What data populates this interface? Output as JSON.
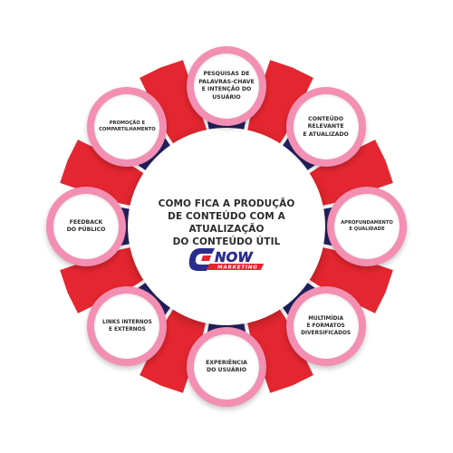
{
  "center": {
    "title": "COMO FICA A PRODUÇÃO\nDE CONTEÚDO COM A ATUALIZAÇÃO\nDO CONTEÚDO ÚTIL"
  },
  "logo": {
    "letter": "C",
    "word": "NOW",
    "tagline": "MARKETING",
    "colors": {
      "blue": "#2b2d8c",
      "red": "#e3262f"
    }
  },
  "nodes": [
    {
      "id": "pesquisas",
      "label": "PESQUISAS DE\nPALAVRAS-CHAVE\nE INTENÇÃO DO\nUSUÁRIO"
    },
    {
      "id": "conteudo",
      "label": "CONTEÚDO\nRELEVANTE\nE ATUALIZADO"
    },
    {
      "id": "aprofundamento",
      "label": "APROFUNDAMENTO\nE QUALIDADE"
    },
    {
      "id": "multimidia",
      "label": "MULTIMÍDIA\nE FORMATOS\nDIVERSIFICADOS"
    },
    {
      "id": "experiencia",
      "label": "EXPERIÊNCIA\nDO USUÁRIO"
    },
    {
      "id": "links",
      "label": "LINKS INTERNOS\nE EXTERNOS"
    },
    {
      "id": "feedback",
      "label": "FEEDBACK\nDO PÚBLICO"
    },
    {
      "id": "promocao",
      "label": "PROMOÇÃO E\nCOMPARTILHAMENTO"
    }
  ],
  "colors": {
    "pink": "#f28fb2",
    "navy": "#232466",
    "red": "#e3262f",
    "text": "#2b2b2b"
  }
}
